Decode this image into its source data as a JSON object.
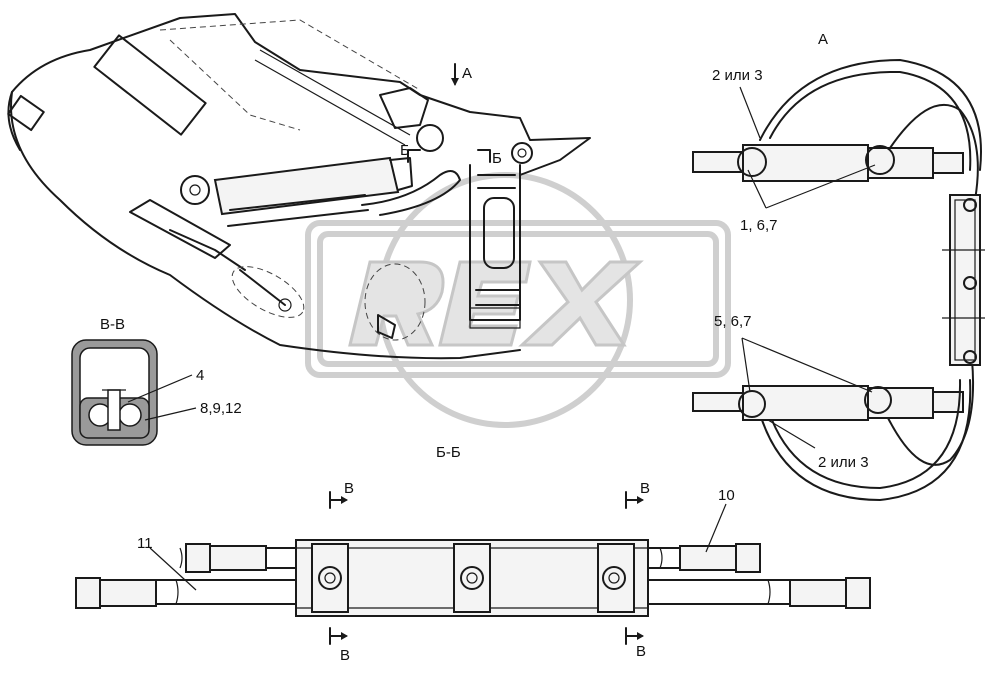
{
  "labels": {
    "view_a_top": "А",
    "view_a_arrow": "А",
    "cut_b_1": "Б",
    "cut_b_2": "Б",
    "section_vv": "В-В",
    "section_bb": "Б-Б",
    "ref_2or3_top": "2 или 3",
    "ref_2or3_bottom": "2 или 3",
    "ref_1_6_7": "1, 6,7",
    "ref_5_6_7": "5, 6,7",
    "ref_4": "4",
    "ref_8_9_12": "8,9,12",
    "ref_10": "10",
    "ref_11": "11",
    "cut_v_tl": "В",
    "cut_v_tr": "В",
    "cut_v_bl": "В",
    "cut_v_br": "В"
  },
  "watermark": "REX",
  "colors": {
    "line": "#1a1a1a",
    "watermark": "#cfcfcf",
    "hatch": "#9a9a9a"
  }
}
